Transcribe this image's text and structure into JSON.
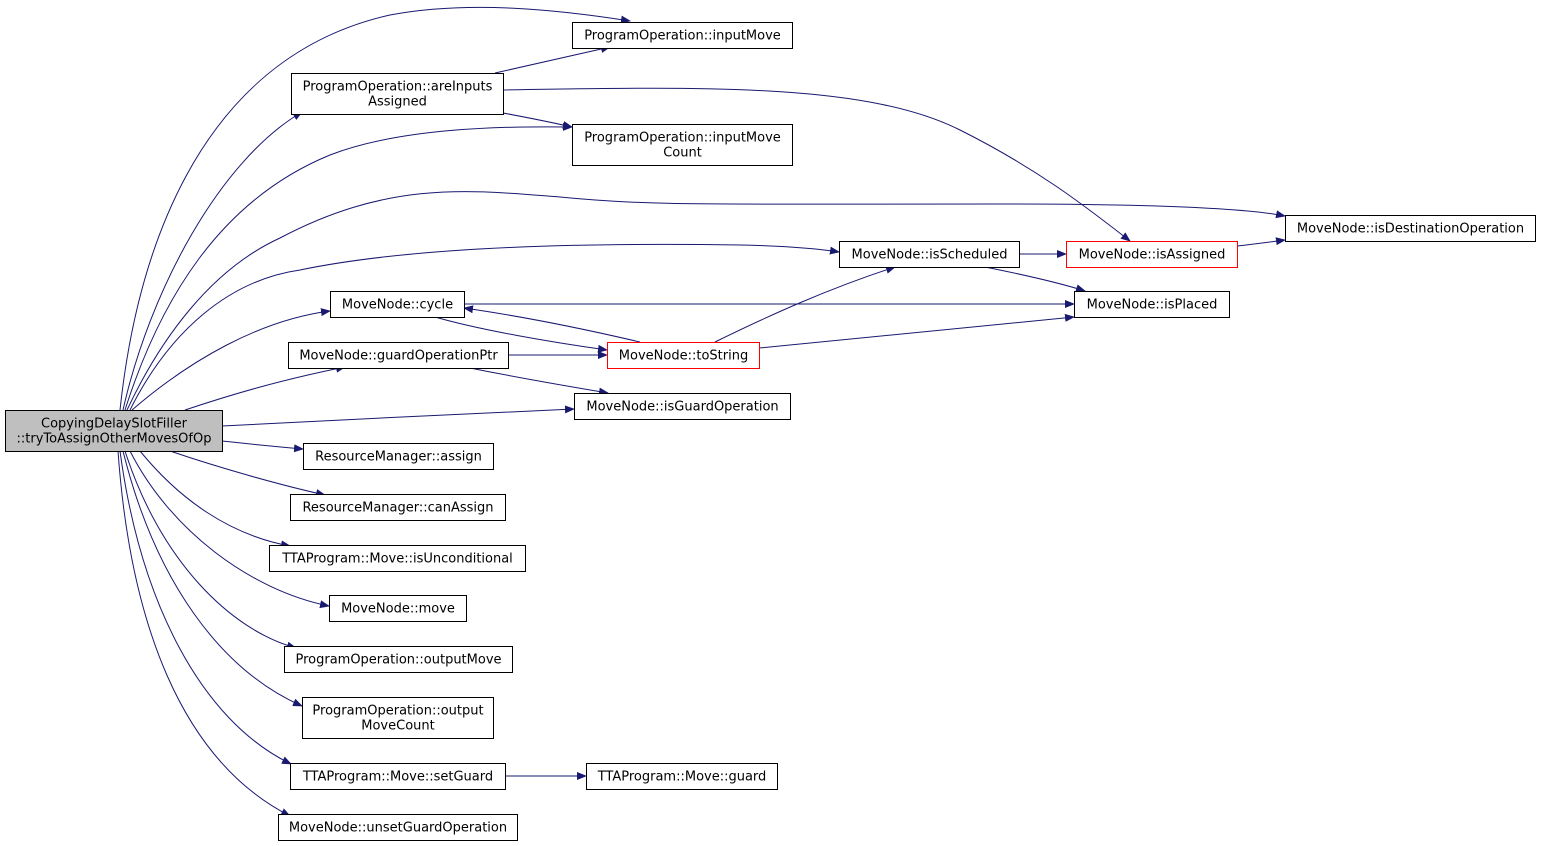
{
  "colors": {
    "background": "#ffffff",
    "edge": "#191970",
    "node_border": "#000000",
    "node_border_truncated": "#ff0000",
    "root_fill": "#bfbfbf",
    "node_fill": "#ffffff"
  },
  "nodes": [
    {
      "id": "root",
      "lines": [
        "CopyingDelaySlotFiller",
        "::tryToAssignOtherMovesOfOp"
      ],
      "root": true
    },
    {
      "id": "po_inputMove",
      "lines": [
        "ProgramOperation::inputMove"
      ]
    },
    {
      "id": "po_areInputsAssigned",
      "lines": [
        "ProgramOperation::areInputs",
        "Assigned"
      ]
    },
    {
      "id": "po_inputMoveCount",
      "lines": [
        "ProgramOperation::inputMove",
        "Count"
      ]
    },
    {
      "id": "mn_isDestinationOperation",
      "lines": [
        "MoveNode::isDestinationOperation"
      ]
    },
    {
      "id": "mn_isScheduled",
      "lines": [
        "MoveNode::isScheduled"
      ]
    },
    {
      "id": "mn_isAssigned",
      "lines": [
        "MoveNode::isAssigned"
      ],
      "truncated": true
    },
    {
      "id": "mn_cycle",
      "lines": [
        "MoveNode::cycle"
      ]
    },
    {
      "id": "mn_isPlaced",
      "lines": [
        "MoveNode::isPlaced"
      ]
    },
    {
      "id": "mn_guardOperationPtr",
      "lines": [
        "MoveNode::guardOperationPtr"
      ]
    },
    {
      "id": "mn_toString",
      "lines": [
        "MoveNode::toString"
      ],
      "truncated": true
    },
    {
      "id": "mn_isGuardOperation",
      "lines": [
        "MoveNode::isGuardOperation"
      ]
    },
    {
      "id": "rm_assign",
      "lines": [
        "ResourceManager::assign"
      ]
    },
    {
      "id": "rm_canAssign",
      "lines": [
        "ResourceManager::canAssign"
      ]
    },
    {
      "id": "tta_isUnconditional",
      "lines": [
        "TTAProgram::Move::isUnconditional"
      ]
    },
    {
      "id": "mn_move",
      "lines": [
        "MoveNode::move"
      ]
    },
    {
      "id": "po_outputMove",
      "lines": [
        "ProgramOperation::outputMove"
      ]
    },
    {
      "id": "po_outputMoveCount",
      "lines": [
        "ProgramOperation::output",
        "MoveCount"
      ]
    },
    {
      "id": "tta_setGuard",
      "lines": [
        "TTAProgram::Move::setGuard"
      ]
    },
    {
      "id": "tta_guard",
      "lines": [
        "TTAProgram::Move::guard"
      ]
    },
    {
      "id": "mn_unsetGuardOperation",
      "lines": [
        "MoveNode::unsetGuardOperation"
      ]
    }
  ],
  "edges": [
    {
      "from": "root",
      "to": "po_inputMove"
    },
    {
      "from": "root",
      "to": "po_areInputsAssigned"
    },
    {
      "from": "root",
      "to": "po_inputMoveCount"
    },
    {
      "from": "root",
      "to": "mn_isDestinationOperation"
    },
    {
      "from": "root",
      "to": "mn_isScheduled"
    },
    {
      "from": "root",
      "to": "mn_cycle"
    },
    {
      "from": "root",
      "to": "mn_guardOperationPtr"
    },
    {
      "from": "root",
      "to": "mn_isGuardOperation"
    },
    {
      "from": "root",
      "to": "rm_assign"
    },
    {
      "from": "root",
      "to": "rm_canAssign"
    },
    {
      "from": "root",
      "to": "tta_isUnconditional"
    },
    {
      "from": "root",
      "to": "mn_move"
    },
    {
      "from": "root",
      "to": "po_outputMove"
    },
    {
      "from": "root",
      "to": "po_outputMoveCount"
    },
    {
      "from": "root",
      "to": "tta_setGuard"
    },
    {
      "from": "root",
      "to": "mn_unsetGuardOperation"
    },
    {
      "from": "po_areInputsAssigned",
      "to": "po_inputMove"
    },
    {
      "from": "po_areInputsAssigned",
      "to": "po_inputMoveCount"
    },
    {
      "from": "po_areInputsAssigned",
      "to": "mn_isAssigned"
    },
    {
      "from": "mn_isScheduled",
      "to": "mn_isAssigned"
    },
    {
      "from": "mn_isScheduled",
      "to": "mn_isPlaced"
    },
    {
      "from": "mn_isAssigned",
      "to": "mn_isDestinationOperation"
    },
    {
      "from": "mn_cycle",
      "to": "mn_isPlaced"
    },
    {
      "from": "mn_cycle",
      "to": "mn_toString"
    },
    {
      "from": "mn_toString",
      "to": "mn_cycle"
    },
    {
      "from": "mn_toString",
      "to": "mn_isScheduled"
    },
    {
      "from": "mn_toString",
      "to": "mn_isPlaced"
    },
    {
      "from": "mn_guardOperationPtr",
      "to": "mn_toString"
    },
    {
      "from": "mn_guardOperationPtr",
      "to": "mn_isGuardOperation"
    },
    {
      "from": "tta_setGuard",
      "to": "tta_guard"
    }
  ]
}
